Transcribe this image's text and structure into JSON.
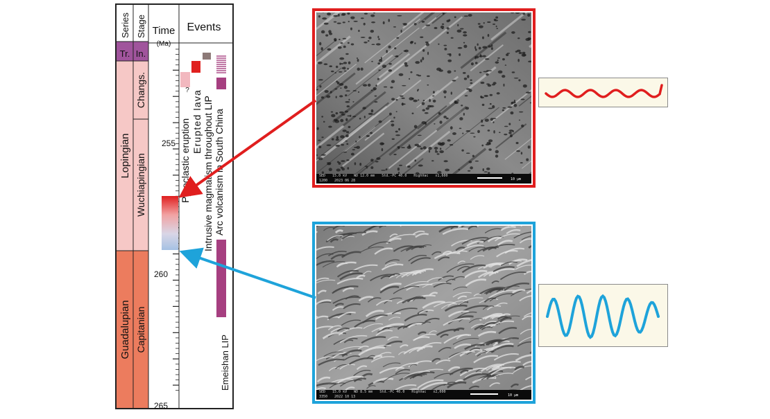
{
  "timescale": {
    "headers": {
      "series": "Series",
      "stage": "Stage",
      "time": "Time",
      "time_unit": "(Ma)",
      "events": "Events"
    },
    "series": {
      "triassic": "Tr.",
      "lopingian": "Lopingian",
      "guadalupian": "Guadalupian"
    },
    "stages": {
      "induan": "In.",
      "changhsingian": "Changs.",
      "wuchiapingian": "Wuchiapingian",
      "capitanian": "Capitanian"
    },
    "ticks": [
      "255",
      "260",
      "265"
    ],
    "question_mark": "?",
    "events": [
      {
        "label": "Pyroclastic eruption",
        "color": "#f2b8bf"
      },
      {
        "label": "Erupted lava",
        "color": "#e0201e"
      },
      {
        "label": "Intrusive magmatism throughout LIP",
        "color": "#8d7a78"
      },
      {
        "label": "Arc volcanism in South China",
        "color": "#a63f80"
      },
      {
        "label": "Emeishan LIP",
        "color": "#a63f80"
      }
    ]
  },
  "colors": {
    "triassic": "#a0549c",
    "lopingian": "#f6c8c6",
    "guadalupian": "#ec7c5e",
    "red_accent": "#e01e1e",
    "blue_accent": "#1ea3da"
  },
  "sem_images": [
    {
      "id": "red",
      "info": [
        "SED",
        "15.0 kV",
        "WD 12.0 mm",
        "Std.-PC 40.0",
        "HighVac",
        "x1,600",
        "1200",
        "2023 06 28"
      ],
      "scale": "10 μm"
    },
    {
      "id": "blue",
      "info": [
        "SED",
        "15.0 kV",
        "WD 8.5 mm",
        "Std.-PC 40.0",
        "HighVac",
        "x2,000",
        "3350",
        "2022 10 13"
      ],
      "scale": "10 μm"
    }
  ]
}
